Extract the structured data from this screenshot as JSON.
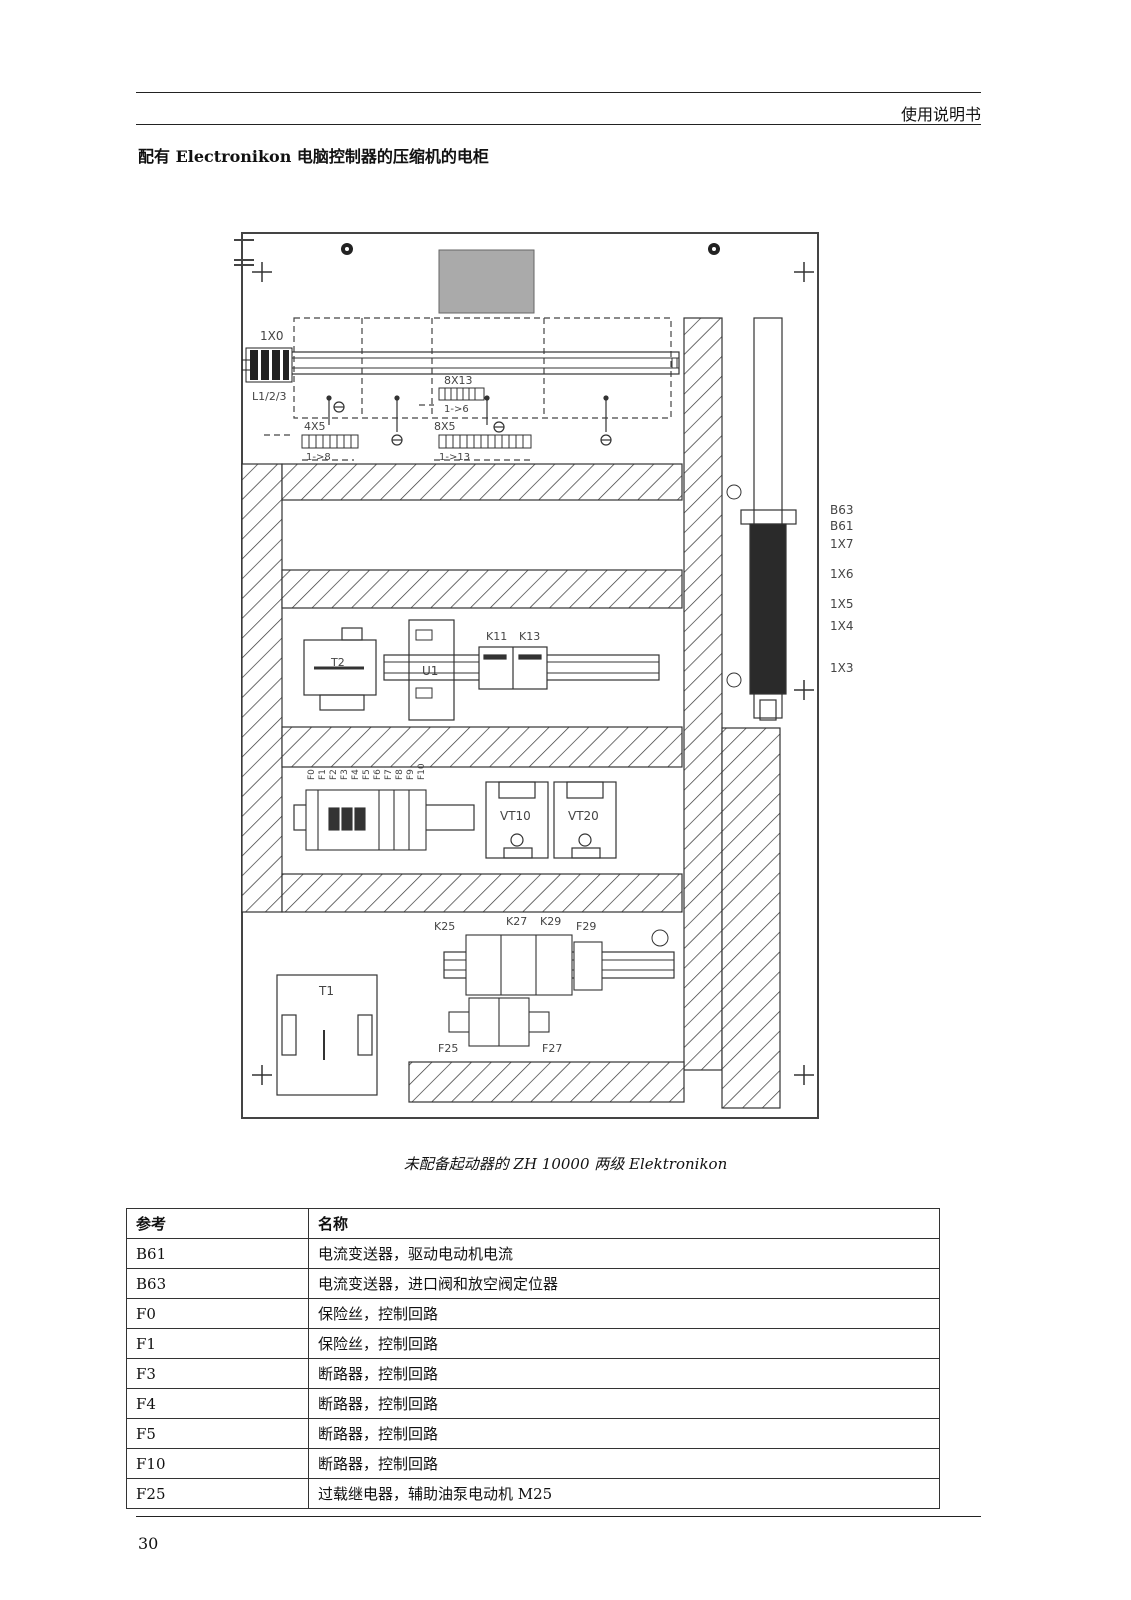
{
  "header": {
    "text": "使用说明书"
  },
  "section_title": "配有 Electronikon 电脑控制器的压缩机的电柜",
  "diagram": {
    "labels": {
      "x1x0": "1X0",
      "l123": "L1/2/3",
      "x8x13": "8X13",
      "r1to6": "1->6",
      "x4x5": "4X5",
      "r1to8": "1->8",
      "x8x5": "8X5",
      "r1to13": "1->13",
      "t2": "T2",
      "u1": "U1",
      "k11": "K11",
      "k13": "K13",
      "vt10": "VT10",
      "vt20": "VT20",
      "k25": "K25",
      "k27": "K27",
      "k29": "K29",
      "f29": "F29",
      "t1": "T1",
      "f25": "F25",
      "f27": "F27",
      "b63": "B63",
      "b61": "B61",
      "x1x7": "1X7",
      "x1x6": "1X6",
      "x1x5": "1X5",
      "x1x4": "1X4",
      "x1x3": "1X3",
      "fuse_labels": [
        "F0",
        "F1",
        "F2",
        "F3",
        "F4",
        "F5",
        "F6",
        "F7",
        "F8",
        "F9",
        "F10"
      ]
    }
  },
  "caption": "未配备起动器的 ZH 10000 两级 Elektronikon",
  "table": {
    "headers": [
      "参考",
      "名称"
    ],
    "rows": [
      [
        "B61",
        "电流变送器，驱动电动机电流"
      ],
      [
        "B63",
        "电流变送器，进口阀和放空阀定位器"
      ],
      [
        "F0",
        "保险丝，控制回路"
      ],
      [
        "F1",
        "保险丝，控制回路"
      ],
      [
        "F3",
        "断路器，控制回路"
      ],
      [
        "F4",
        "断路器，控制回路"
      ],
      [
        "F5",
        "断路器，控制回路"
      ],
      [
        "F10",
        "断路器，控制回路"
      ],
      [
        "F25",
        "过载继电器，辅助油泵电动机 M25"
      ]
    ]
  },
  "page_number": "30"
}
